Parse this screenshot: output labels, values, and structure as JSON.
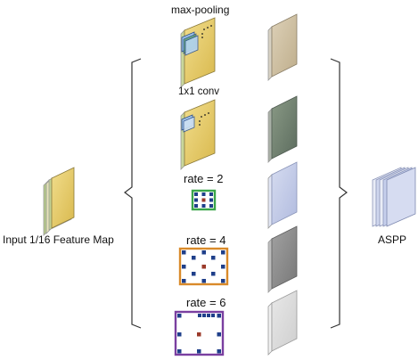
{
  "labels": {
    "max_pooling": "max-pooling",
    "conv1x1": "1x1 conv",
    "rate2": "rate = 2",
    "rate4": "rate = 4",
    "rate6": "rate = 6",
    "input": "Input 1/16 Feature Map",
    "aspp": "ASPP"
  },
  "colors": {
    "feature_map": "#e8c96a",
    "feature_map_side": "#c9d79a",
    "kernel": "#1f3f8a",
    "rate2_frame": "#3aa64a",
    "rate4_frame": "#d98a2a",
    "rate6_frame": "#7a3fa0",
    "bracket": "#333333",
    "output_maps": [
      "#c9bba0",
      "#6e7e6e",
      "#c2cbe6",
      "#8c8c8c",
      "#dcdcdc"
    ],
    "aspp_stack": "#cfd6ee"
  }
}
